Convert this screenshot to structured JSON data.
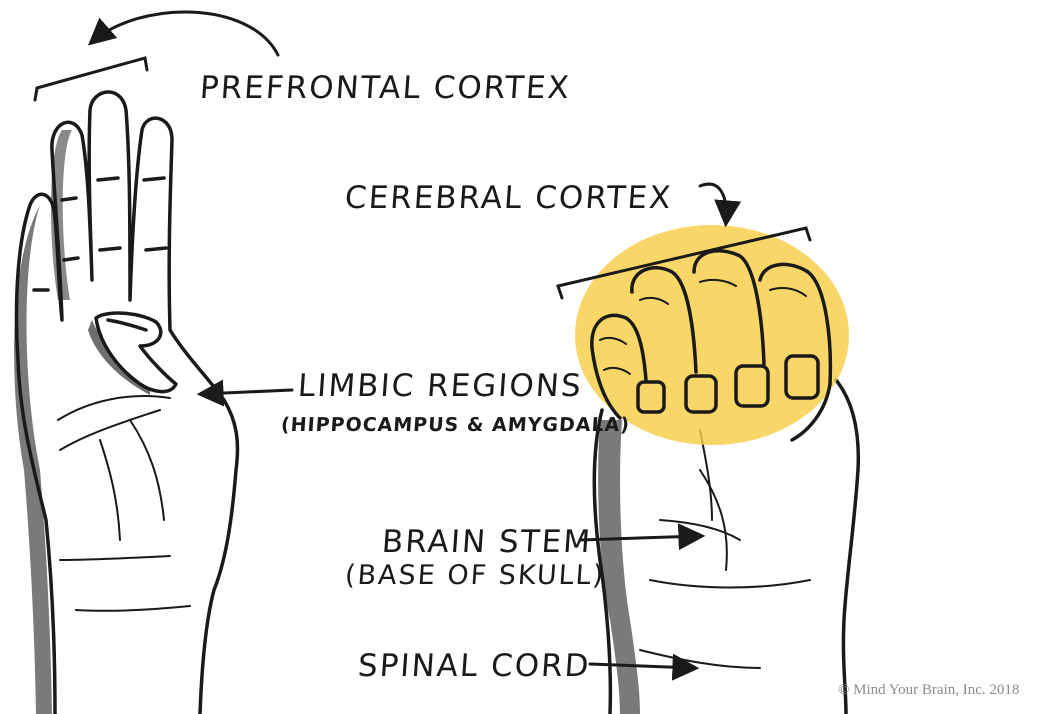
{
  "labels": {
    "prefrontal_cortex": "PREFRONTAL CORTEX",
    "cerebral_cortex": "CEREBRAL CORTEX",
    "limbic_regions": "LIMBIC REGIONS",
    "limbic_detail": "(HIPPOCAMPUS & AMYGDALA)",
    "brain_stem": "BRAIN STEM",
    "brain_stem_detail": "(BASE OF SKULL)",
    "spinal_cord": "SPINAL CORD"
  },
  "copyright": "© Mind Your Brain, Inc. 2018",
  "colors": {
    "ink": "#1a1a1a",
    "shadow": "#7a7a7a",
    "highlight": "#f7cd45"
  }
}
